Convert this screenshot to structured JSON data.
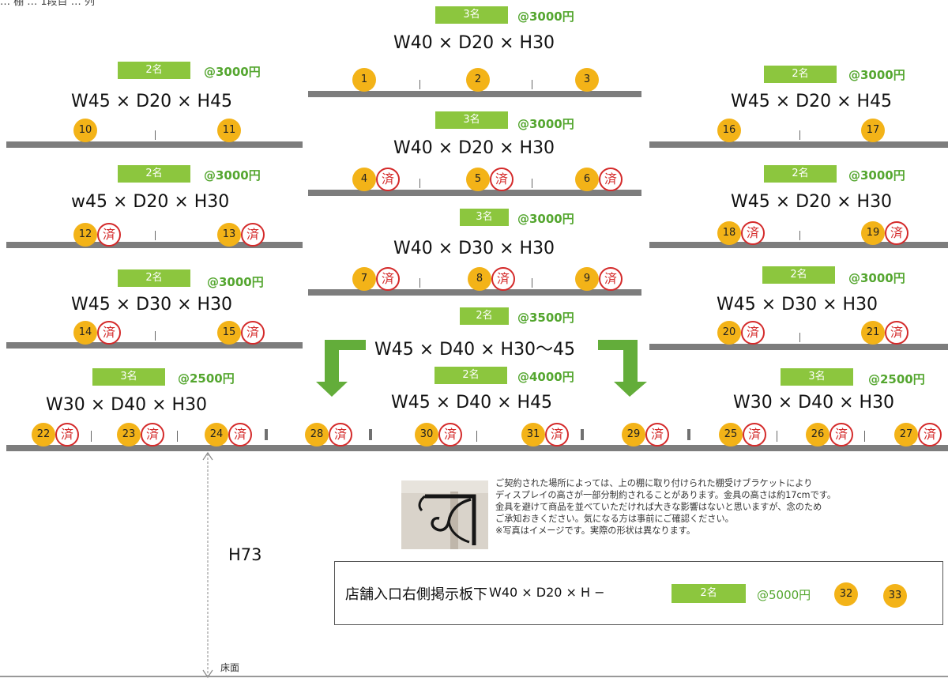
{
  "header_cutoff": "… 棚 … 1段目 … 列",
  "shelves": [
    {
      "badge": "3名",
      "price": "@3000円",
      "dims": "W40 × D20 × H30"
    },
    {
      "badge": "2名",
      "price": "@3000円",
      "dims": "W45 × D20 × H45"
    },
    {
      "badge": "2名",
      "price": "@3000円",
      "dims": "W45 × D20 × H45"
    },
    {
      "badge": "3名",
      "price": "@3000円",
      "dims": "W40 × D20 × H30"
    },
    {
      "badge": "2名",
      "price": "@3000円",
      "dims": "w45 × D20 × H30"
    },
    {
      "badge": "2名",
      "price": "@3000円",
      "dims": "W45 × D20 × H30"
    },
    {
      "badge": "3名",
      "price": "@3000円",
      "dims": "W40 × D30 × H30"
    },
    {
      "badge": "2名",
      "price": "@3000円",
      "dims": "W45 × D30 × H30"
    },
    {
      "badge": "2名",
      "price": "@3000円",
      "dims": "W45 × D30 × H30"
    },
    {
      "badge": "2名",
      "price": "@3500円",
      "dims": "W45 × D40 × H30〜45"
    },
    {
      "badge": "3名",
      "price": "@2500円",
      "dims": "W30 × D40 × H30"
    },
    {
      "badge": "2名",
      "price": "@4000円",
      "dims": "W45 × D40 × H45"
    },
    {
      "badge": "3名",
      "price": "@2500円",
      "dims": "W30 × D40 × H30"
    }
  ],
  "slots": [
    "1",
    "2",
    "3",
    "10",
    "11",
    "16",
    "17",
    "4",
    "5",
    "6",
    "12",
    "13",
    "18",
    "19",
    "7",
    "8",
    "9",
    "14",
    "15",
    "20",
    "21",
    "22",
    "23",
    "24",
    "28",
    "30",
    "31",
    "29",
    "25",
    "26",
    "27",
    "32",
    "33"
  ],
  "sold_mark": "済",
  "note_lines": [
    "ご契約された場所によっては、上の棚に取り付けられた棚受けブラケットにより",
    "ディスプレイの高さが一部分制約されることがあります。金具の高さは約17cmです。",
    "金具を避けて商品を並べていただければ大きな影響はないと思いますが、念のため",
    "ご承知おきください。気になる方は事前にご確認ください。",
    "※写真はイメージです。実際の形状は異なります。"
  ],
  "height_label": "H73",
  "floor_label": "床面",
  "special": {
    "location": "店舗入口右側掲示板下",
    "dims": "W40 × D20 × H −",
    "badge": "2名",
    "price": "@5000円"
  },
  "colors": {
    "badge": "#8cc63e",
    "price": "#54a62f",
    "number": "#f3b318",
    "sold": "#d42a2a",
    "shelf": "#7d7d7d"
  }
}
